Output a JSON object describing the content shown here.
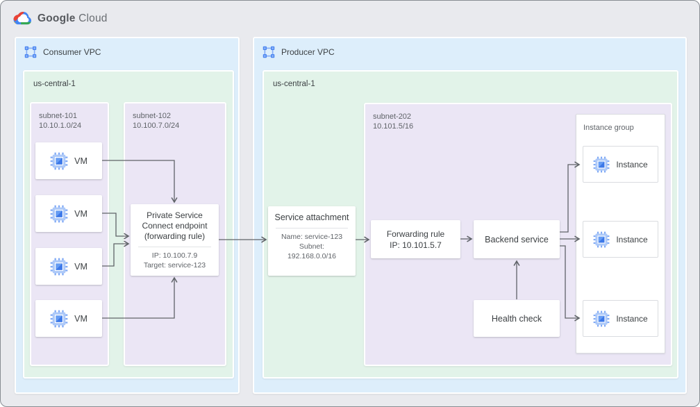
{
  "logo": {
    "google": "Google",
    "cloud": "Cloud"
  },
  "consumer_vpc": {
    "label": "Consumer VPC",
    "region_label": "us-central-1",
    "subnet_101": {
      "label": "subnet-101\n10.10.1.0/24",
      "vms": [
        "VM",
        "VM",
        "VM",
        "VM"
      ]
    },
    "subnet_102": {
      "label": "subnet-102\n10.100.7.0/24",
      "psc_endpoint": {
        "title": "Private Service\nConnect endpoint\n(forwarding rule)",
        "details": "IP: 10.100.7.9\nTarget: service-123"
      }
    }
  },
  "producer_vpc": {
    "label": "Producer VPC",
    "region_label": "us-central-1",
    "service_attachment": {
      "title": "Service attachment",
      "details": "Name: service-123\nSubnet:\n192.168.0.0/16"
    },
    "subnet_202": {
      "label": "subnet-202\n10.101.5/16",
      "forwarding_rule": "Forwarding rule\nIP: 10.101.5.7",
      "backend_service": "Backend service",
      "health_check": "Health check",
      "instance_group": {
        "label": "Instance group",
        "instances": [
          "Instance",
          "Instance",
          "Instance"
        ]
      }
    }
  },
  "icons": {
    "logo": "google-cloud-logo",
    "vpc": "vpc-network-icon",
    "vm": "compute-engine-chip-icon",
    "instance": "compute-engine-chip-icon"
  },
  "colors": {
    "page_bg": "#e9eaee",
    "vpc_fill": "#ddeefb",
    "region_fill": "#e2f3e9",
    "subnet_fill": "#ebe6f5",
    "node_fill": "#ffffff",
    "node_border": "#dadce0",
    "arrow": "#5f6368",
    "text_primary": "#3c4043",
    "text_secondary": "#5f6368",
    "accent_blue": "#4285f4",
    "logo_red": "#ea4335",
    "logo_yellow": "#fbbc05",
    "logo_green": "#34a853"
  }
}
